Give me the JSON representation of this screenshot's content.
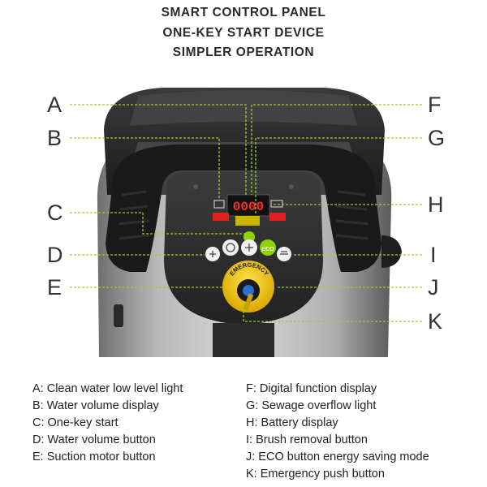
{
  "header": {
    "line1": "SMART CONTROL PANEL",
    "line2": "ONE-KEY START DEVICE",
    "line3": "SIMPLER OPERATION"
  },
  "panel": {
    "digital_display": "0000",
    "eco_label": "ECO",
    "emergency_label": "EMERGENCY"
  },
  "callouts": {
    "left": [
      "A",
      "B",
      "C",
      "D",
      "E"
    ],
    "right": [
      "F",
      "G",
      "H",
      "I",
      "J",
      "K"
    ]
  },
  "legend": {
    "left": [
      "A: Clean water low level light",
      "B: Water volume display",
      "C: One-key start",
      "D: Water volume button",
      "E: Suction motor button"
    ],
    "right": [
      "F: Digital function display",
      "G: Sewage overflow light",
      "H: Battery display",
      "I: Brush removal button",
      "J: ECO button energy saving mode",
      "K: Emergency push button"
    ]
  },
  "colors": {
    "callout_line": "#9acd32",
    "display_red": "#e02020",
    "emergency_yellow": "#f2c200",
    "eco_green": "#8fd400"
  }
}
